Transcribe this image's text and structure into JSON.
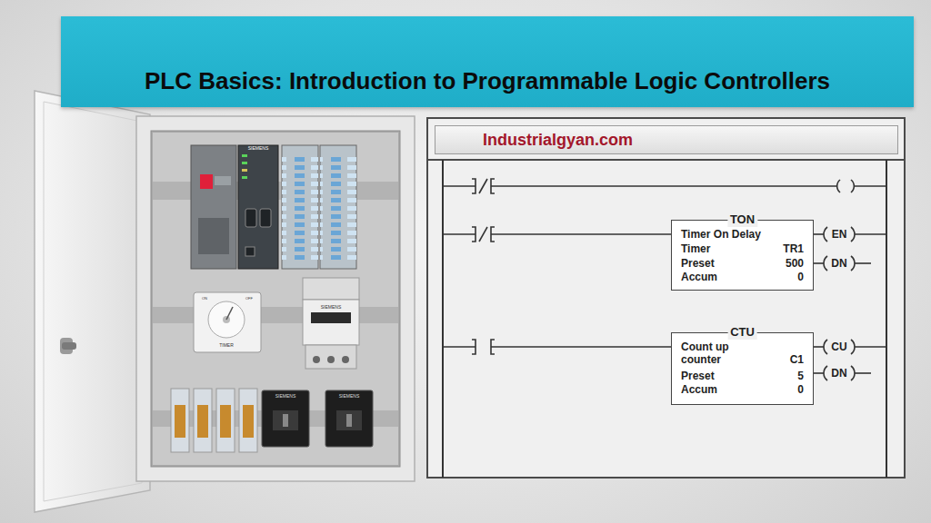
{
  "diagram": {
    "title": "PLC Basics: Introduction to Programmable Logic Controllers",
    "nodes": [
      {
        "text": [
          "Industrialgyan.com"
        ]
      },
      {
        "text": [
          "TON",
          "Timer On Delay",
          "Timer",
          "TR1",
          "Preset",
          "500",
          "Accum",
          "0"
        ]
      },
      {
        "text": [
          "CTU",
          "Count up counter",
          "C1",
          "Preset",
          "5",
          "Accum",
          "0"
        ]
      }
    ],
    "labels": [
      "EN",
      "DN",
      "CU",
      "DN",
      "SIEMENS",
      "TIMER",
      "ON",
      "OFF",
      "SIEMENS",
      "SIEMENS",
      "SIEMENS"
    ]
  }
}
